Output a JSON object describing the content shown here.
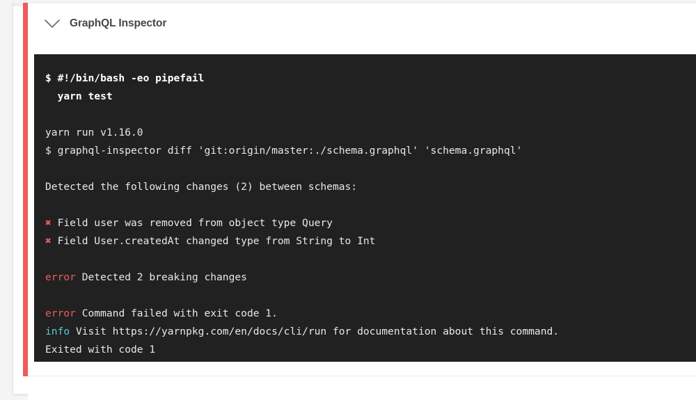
{
  "step": {
    "title": "GraphQL Inspector",
    "collapse_icon": "chevron-down-icon",
    "status_color": "#ef5b5b"
  },
  "terminal": {
    "background": "#212121",
    "text_color": "#e8e8e8",
    "error_color": "#ef5b5b",
    "info_color": "#5bc8d6",
    "lines": [
      {
        "type": "bold",
        "text": "$ #!/bin/bash -eo pipefail"
      },
      {
        "type": "bold",
        "text": "  yarn test"
      },
      {
        "type": "blank",
        "text": ""
      },
      {
        "type": "plain",
        "text": "yarn run v1.16.0"
      },
      {
        "type": "plain",
        "text": "$ graphql-inspector diff 'git:origin/master:./schema.graphql' 'schema.graphql'"
      },
      {
        "type": "blank",
        "text": ""
      },
      {
        "type": "plain",
        "text": "Detected the following changes (2) between schemas:"
      },
      {
        "type": "blank",
        "text": ""
      },
      {
        "type": "mark",
        "marker": "✖",
        "text": " Field user was removed from object type Query"
      },
      {
        "type": "mark",
        "marker": "✖",
        "text": " Field User.createdAt changed type from String to Int"
      },
      {
        "type": "blank",
        "text": ""
      },
      {
        "type": "error",
        "keyword": "error",
        "text": " Detected 2 breaking changes"
      },
      {
        "type": "blank",
        "text": ""
      },
      {
        "type": "error",
        "keyword": "error",
        "text": " Command failed with exit code 1."
      },
      {
        "type": "info",
        "keyword": "info",
        "text": " Visit https://yarnpkg.com/en/docs/cli/run for documentation about this command."
      },
      {
        "type": "plain",
        "text": "Exited with code 1"
      }
    ]
  }
}
